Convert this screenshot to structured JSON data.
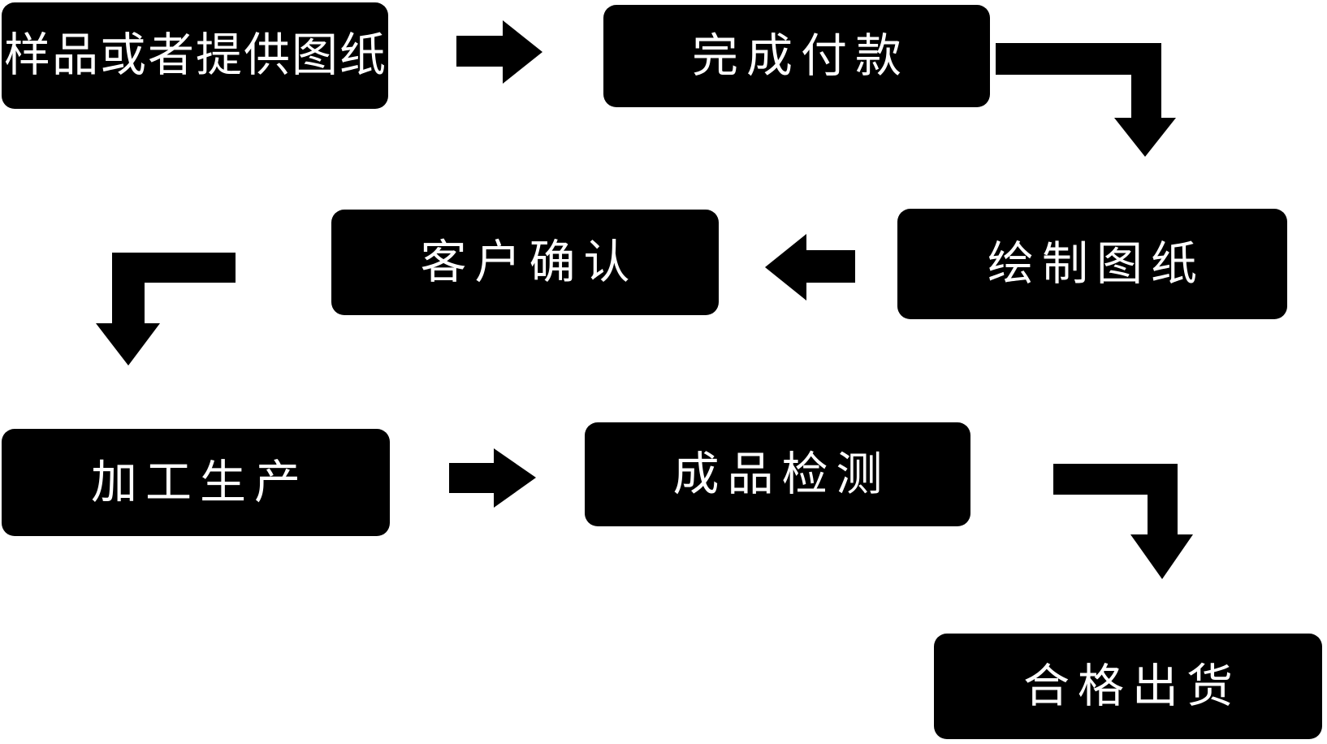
{
  "diagram": {
    "title": "production-process-flowchart",
    "background_color": "#ffffff",
    "node_fill_color": "#000000",
    "node_text_color": "#ffffff",
    "arrow_color": "#000000",
    "nodes": [
      {
        "id": "sample-or-provide-drawings",
        "label": "样品或者提供图纸"
      },
      {
        "id": "complete-payment",
        "label": "完成付款"
      },
      {
        "id": "draw-drawings",
        "label": "绘制图纸"
      },
      {
        "id": "customer-confirmation",
        "label": "客户确认"
      },
      {
        "id": "processing-production",
        "label": "加工生产"
      },
      {
        "id": "finished-product-inspection",
        "label": "成品检测"
      },
      {
        "id": "qualified-shipment",
        "label": "合格出货"
      }
    ],
    "flow": [
      {
        "from": "样品或者提供图纸",
        "to": "完成付款",
        "arrow": "right"
      },
      {
        "from": "完成付款",
        "to": "绘制图纸",
        "arrow": "elbow-right-down"
      },
      {
        "from": "绘制图纸",
        "to": "客户确认",
        "arrow": "left"
      },
      {
        "from": "客户确认",
        "to": "加工生产",
        "arrow": "elbow-left-down"
      },
      {
        "from": "加工生产",
        "to": "成品检测",
        "arrow": "right"
      },
      {
        "from": "成品检测",
        "to": "合格出货",
        "arrow": "elbow-right-down"
      }
    ]
  }
}
